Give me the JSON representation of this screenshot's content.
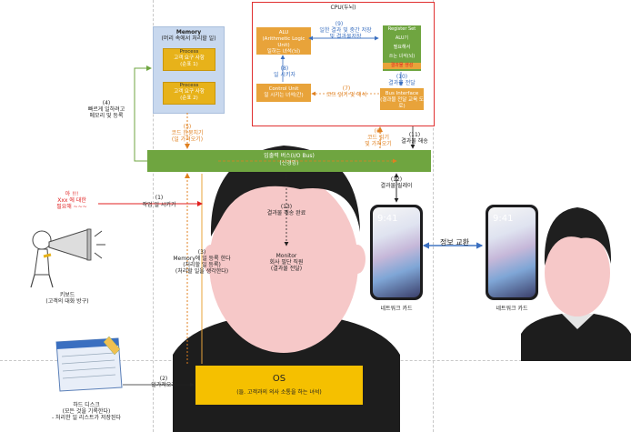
{
  "memory": {
    "title": "Memory",
    "subtitle": "(머리 속에서 처리할 일)",
    "process1": {
      "name": "Process",
      "desc": "고객 요구 사항",
      "seq": "(순표 1)"
    },
    "process2": {
      "name": "Process",
      "desc": "고객 요구 사항",
      "seq": "(순표 2)"
    }
  },
  "cpu": {
    "title": "CPU(두뇌)",
    "alu": {
      "name": "ALU",
      "full": "(Arithmetic Logic Unit)",
      "desc": "일하는 녀석(뇌)"
    },
    "control_unit": {
      "name": "Control Unit",
      "desc": "일 시키는 녀석(간)"
    },
    "register_set": "Register Set",
    "register_items": [
      "ALU기",
      "필요해서",
      "쓰는 녀석(뇌)"
    ],
    "register_highlight": "결과물 생성",
    "bus_interface": {
      "name": "Bus Interface",
      "desc": "(결과물 전달 교육 도로)"
    },
    "label_9_num": "(9)",
    "label_9": "일한 결과 및 중간 저장",
    "label_9b": "및 결과물저장",
    "label_8_num": "(8)",
    "label_8": "일 시키자",
    "label_7_num": "(7)",
    "label_7": "코드 읽기 및 해석",
    "label_10_num": "(10)",
    "label_10": "결과물 전달"
  },
  "bus": {
    "title": "입출력 버스(I/O Bus)",
    "subtitle": "(신경망)"
  },
  "labels": {
    "l4_num": "(4)",
    "l4": "빠르게 일하려고",
    "l4b": "메모리 및 등록",
    "l5_num": "(5)",
    "l5": "코드 한뭉치기",
    "l5b": "(일 가져오기)",
    "l6_num": "(6)",
    "l6": "코드 읽기",
    "l6b": "및 가져오기",
    "l11_num": "(11)",
    "l11": "결과물 해송",
    "l12_num": "(12)",
    "l12": "결과물 릴레이",
    "l13_num": "(13)",
    "l13": "결과물 해송 완료",
    "l1_num": "(1)",
    "l1": "작업 일 시키기",
    "l3_num": "(3)",
    "l3": "Memory에 일 등록 한다",
    "l3b": "(처리할 일 등록)",
    "l3c": "(처리할 일을 생각한다)",
    "l2_num": "(2)",
    "l2": "일가져오기",
    "monitor": "Monitor",
    "monitor_desc": "회사 필단 직원",
    "monitor_desc2": "(결과물 전달)",
    "info_exchange": "정보 교환"
  },
  "customer": {
    "shout1": "아 !!!",
    "shout2": "Xxx 에 대한",
    "shout3": "필요해 ~~~",
    "name": "키보드",
    "desc": "(고객의 대화 방구)"
  },
  "disk": {
    "name": "하드 디스크",
    "desc1": "(모든 것을 기록한다)",
    "desc2": "- 처리한 일 리스트가 저장된다"
  },
  "os": {
    "title": "OS",
    "desc": "(들. 고객과의 의사 소통을 하는 녀석)"
  },
  "network": {
    "left": "네트워크 카드",
    "right": "네트워크 카드"
  },
  "phone": {
    "time": "9:41"
  },
  "colors": {
    "cpu_border": "#e03030",
    "orange": "#e8a33a",
    "gold": "#e7b21a",
    "green": "#6fa540",
    "red_text": "#e02020",
    "memory_bg": "#c8d8ee"
  }
}
